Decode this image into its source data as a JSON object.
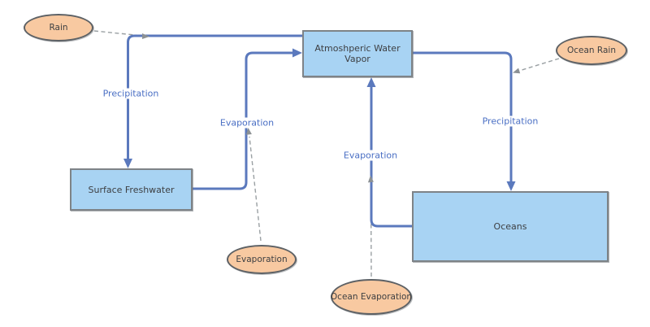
{
  "diagram": {
    "background_color": "#ffffff",
    "colors": {
      "edge_line": "#5b79bd",
      "edge_label_text": "#4a6fc4",
      "box_fill": "#a8d3f3",
      "box_border": "#7e8387",
      "ellipse_fill": "#f8c9a1",
      "ellipse_border": "#5d6165",
      "comment_connector": "#9aa0a3",
      "node_text": "#3d3f42"
    },
    "nodes": {
      "atmospheric_water_vapor": {
        "label": "Atmoshperic Water Vapor",
        "shape": "rectangle"
      },
      "surface_freshwater": {
        "label": "Surface Freshwater",
        "shape": "rectangle"
      },
      "oceans": {
        "label": "Oceans",
        "shape": "rectangle"
      },
      "rain": {
        "label": "Rain",
        "shape": "ellipse"
      },
      "ocean_rain": {
        "label": "Ocean Rain",
        "shape": "ellipse"
      },
      "evaporation_note": {
        "label": "Evaporation",
        "shape": "ellipse"
      },
      "ocean_evaporation_note": {
        "label": "Ocean Evaporation",
        "shape": "ellipse"
      }
    },
    "edge_labels": {
      "precipitation_left": "Precipitation",
      "evaporation_left": "Evaporation",
      "evaporation_center": "Evaporation",
      "precipitation_right": "Precipitation"
    }
  }
}
